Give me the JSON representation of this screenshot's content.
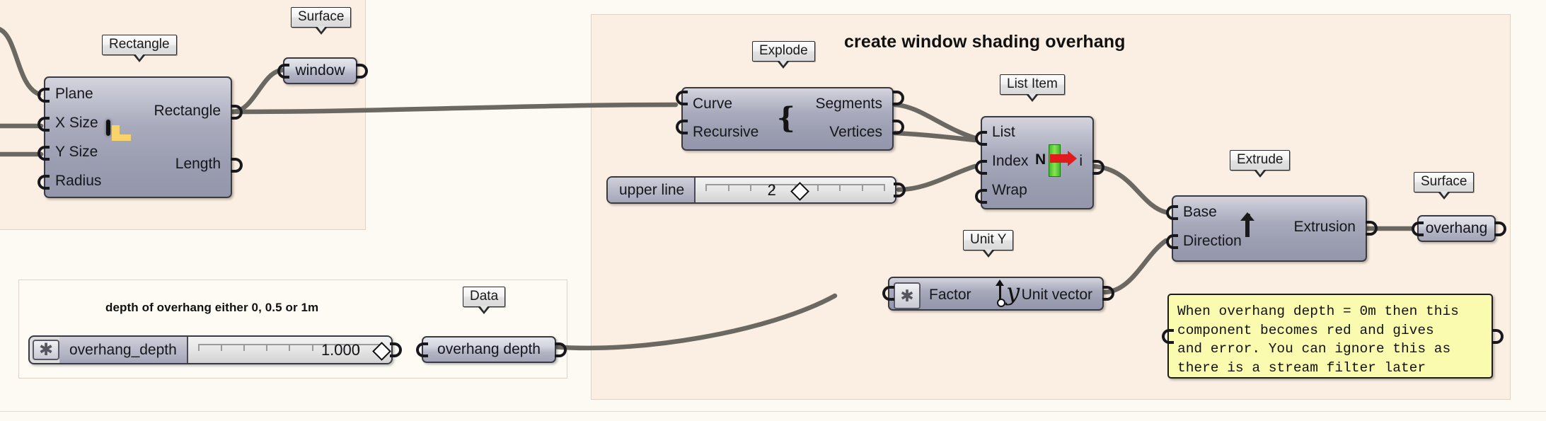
{
  "canvas": {
    "background_color": "#fdfaf3",
    "group_pink_color": "#fbeee2",
    "group_white_color": "#fdfbf4",
    "wire_color": "#6b6761",
    "note_color": "#fbfbaf"
  },
  "groups": {
    "rectangle_group": {
      "title": ""
    },
    "overhang_group": {
      "title": "create window shading overhang"
    },
    "depth_group": {
      "title": "depth of overhang either 0, 0.5 or 1m"
    }
  },
  "components": {
    "rectangle": {
      "nickname": "Rectangle",
      "icon": "rectangle-icon",
      "inputs": [
        "Plane",
        "X Size",
        "Y Size",
        "Radius"
      ],
      "outputs": [
        "Rectangle",
        "Length"
      ]
    },
    "window": {
      "nickname": "Surface",
      "label": "window"
    },
    "explode": {
      "nickname": "Explode",
      "icon": "explode-icon",
      "inputs": [
        "Curve",
        "Recursive"
      ],
      "outputs": [
        "Segments",
        "Vertices"
      ]
    },
    "list_item": {
      "nickname": "List Item",
      "icon": "list-item-icon",
      "inputs": [
        "List",
        "Index",
        "Wrap"
      ],
      "outputs": [
        "i"
      ]
    },
    "extrude": {
      "nickname": "Extrude",
      "icon": "extrude-icon",
      "inputs": [
        "Base",
        "Direction"
      ],
      "outputs": [
        "Extrusion"
      ]
    },
    "unit_y": {
      "nickname": "Unit Y",
      "icon": "unit-y-icon",
      "star_glyph": "✱",
      "inputs": [
        "Factor"
      ],
      "outputs": [
        "Unit vector"
      ]
    },
    "overhang_out": {
      "nickname": "Surface",
      "label": "overhang"
    },
    "overhang_depth_data": {
      "nickname": "Data",
      "label": "overhang depth"
    }
  },
  "sliders": {
    "upper_line": {
      "name": "upper line",
      "value": "2",
      "handle_percent": 49
    },
    "overhang_depth": {
      "name": "overhang_depth",
      "value": "1.000",
      "star_glyph": "✱",
      "handle_percent": 92
    }
  },
  "note": {
    "text": "When overhang depth = 0m then this\ncomponent becomes red and gives\nand error. You can ignore this as\nthere is a stream filter later"
  }
}
